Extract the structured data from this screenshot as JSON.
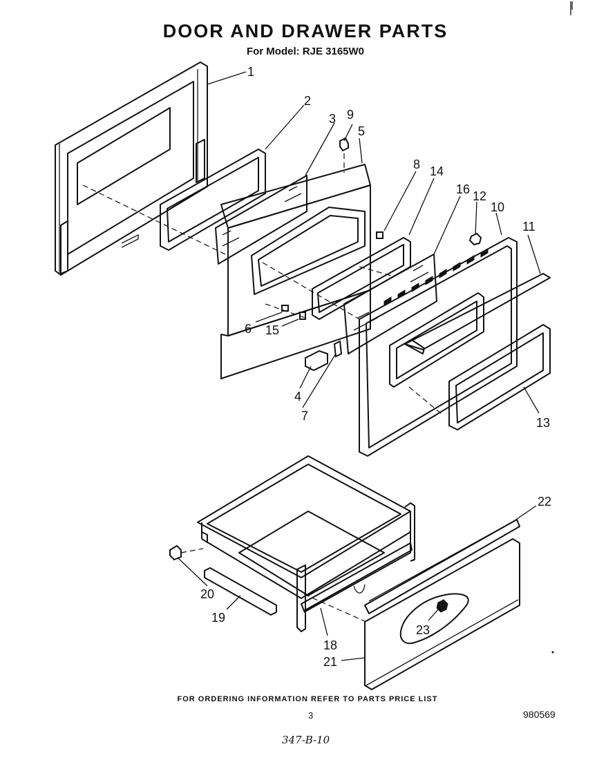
{
  "header": {
    "title": "DOOR AND DRAWER PARTS",
    "subtitle": "For Model: RJE 3165W0"
  },
  "callouts": [
    "1",
    "2",
    "3",
    "9",
    "5",
    "8",
    "14",
    "16",
    "12",
    "10",
    "11",
    "6",
    "15",
    "4",
    "7",
    "13",
    "22",
    "20",
    "19",
    "18",
    "21",
    "23"
  ],
  "footer": {
    "ordering_note": "FOR ORDERING INFORMATION REFER TO PARTS PRICE LIST",
    "page_number": "3",
    "doc_number": "980569",
    "handwritten_note": "347-B-10"
  }
}
